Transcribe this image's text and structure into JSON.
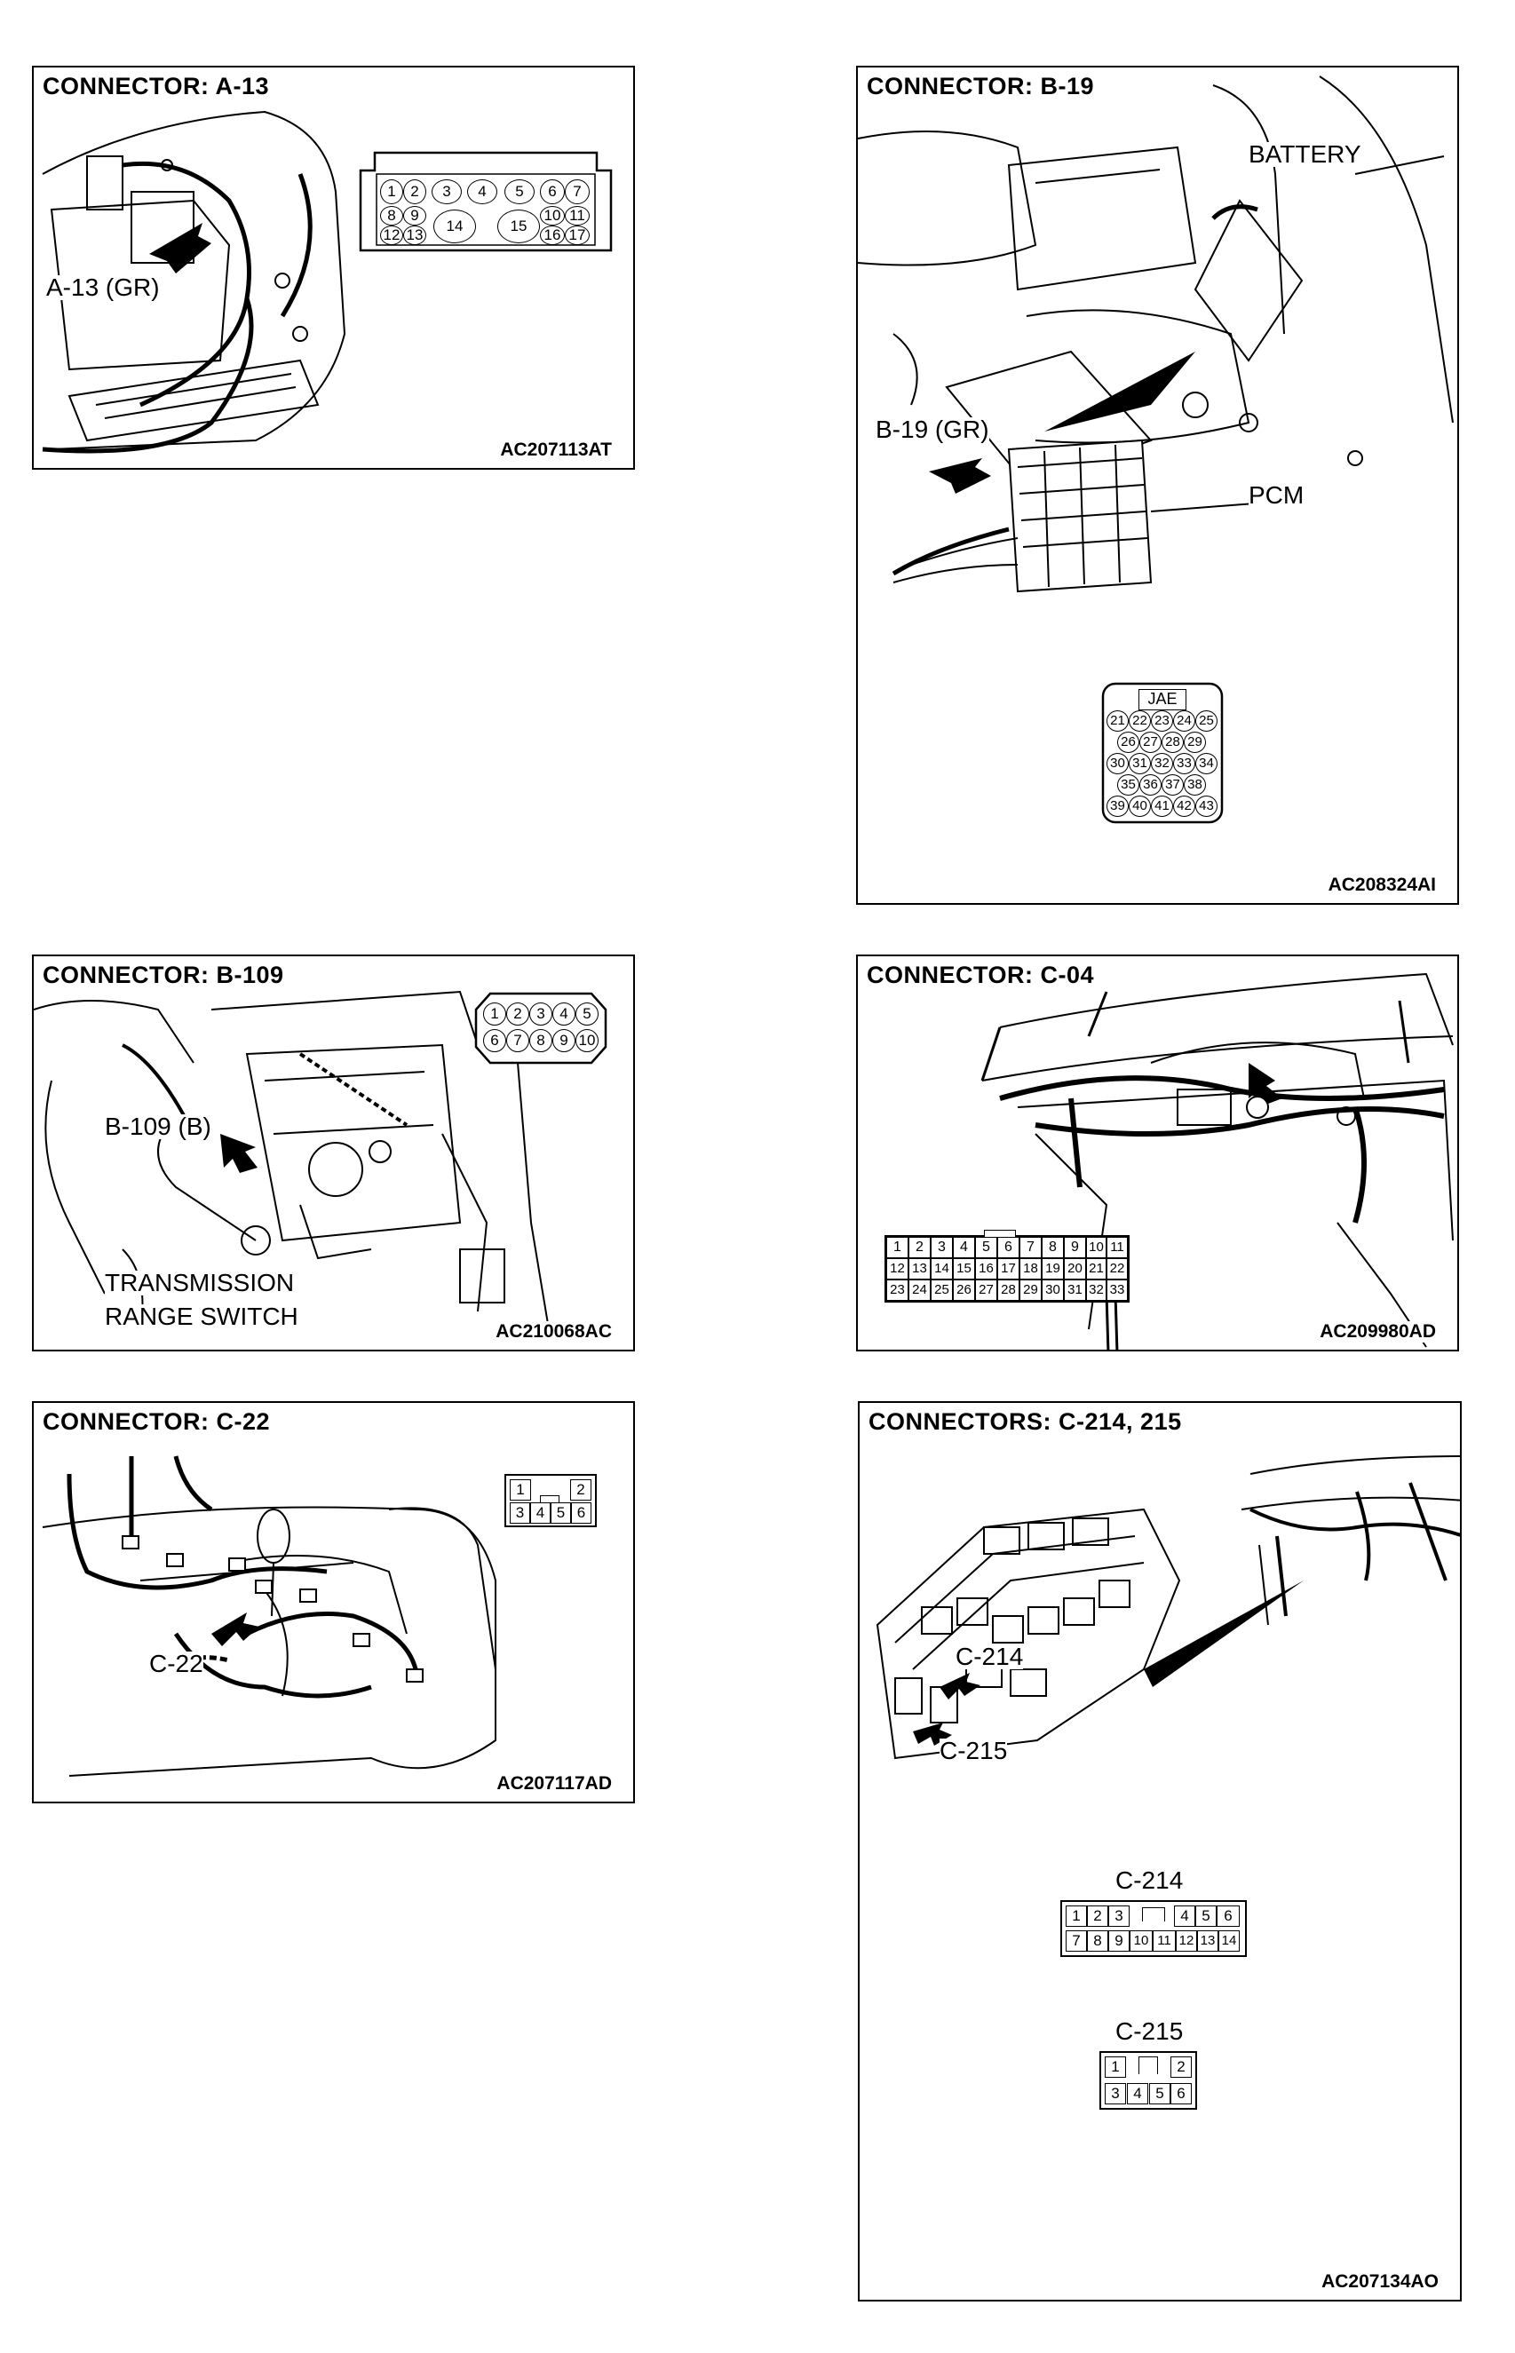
{
  "panels": {
    "a13": {
      "title": "CONNECTOR: A-13",
      "code": "AC207113AT",
      "location_label": "A-13 (GR)",
      "pins": [
        "1",
        "2",
        "3",
        "4",
        "5",
        "6",
        "7",
        "8",
        "9",
        "14",
        "15",
        "10",
        "11",
        "12",
        "13",
        "16",
        "17"
      ]
    },
    "b19": {
      "title": "CONNECTOR: B-19",
      "code": "AC208324AI",
      "battery_label": "BATTERY",
      "location_label": "B-19 (GR)",
      "pcm_label": "PCM",
      "maker_label": "JAE",
      "pins": [
        "21",
        "22",
        "23",
        "24",
        "25",
        "26",
        "27",
        "28",
        "29",
        "30",
        "31",
        "32",
        "33",
        "34",
        "35",
        "36",
        "37",
        "38",
        "39",
        "40",
        "41",
        "42",
        "43"
      ]
    },
    "b109": {
      "title": "CONNECTOR: B-109",
      "code": "AC210068AC",
      "location_label": "B-109 (B)",
      "switch_label_line1": "TRANSMISSION",
      "switch_label_line2": "RANGE SWITCH",
      "pins": [
        "1",
        "2",
        "3",
        "4",
        "5",
        "6",
        "7",
        "8",
        "9",
        "10"
      ]
    },
    "c04": {
      "title": "CONNECTOR: C-04",
      "code": "AC209980AD",
      "pins": [
        "1",
        "2",
        "3",
        "4",
        "5",
        "6",
        "7",
        "8",
        "9",
        "10",
        "11",
        "12",
        "13",
        "14",
        "15",
        "16",
        "17",
        "18",
        "19",
        "20",
        "21",
        "22",
        "23",
        "24",
        "25",
        "26",
        "27",
        "28",
        "29",
        "30",
        "31",
        "32",
        "33"
      ]
    },
    "c22": {
      "title": "CONNECTOR: C-22",
      "code": "AC207117AD",
      "location_label": "C-22",
      "pins": [
        "1",
        "2",
        "3",
        "4",
        "5",
        "6"
      ]
    },
    "c214_215": {
      "title": "CONNECTORS: C-214, 215",
      "code": "AC207134AO",
      "location_label_214": "C-214",
      "location_label_215": "C-215",
      "c214_caption": "C-214",
      "c214_pins": [
        "1",
        "2",
        "3",
        "4",
        "5",
        "6",
        "7",
        "8",
        "9",
        "10",
        "11",
        "12",
        "13",
        "14"
      ],
      "c215_caption": "C-215",
      "c215_pins": [
        "1",
        "2",
        "3",
        "4",
        "5",
        "6"
      ]
    }
  }
}
